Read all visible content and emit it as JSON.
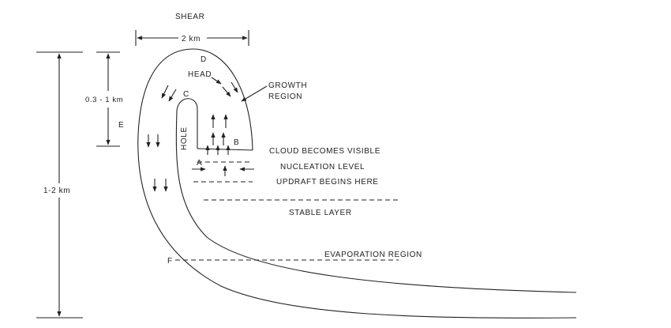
{
  "diagram": {
    "labels": {
      "shear": "SHEAR",
      "width": "2 km",
      "head_depth": "0.3 - 1 km",
      "total_depth": "1-2 km",
      "head": "HEAD",
      "growth_region_1": "GROWTH",
      "growth_region_2": "REGION",
      "hole": "HOLE",
      "cloud_visible": "CLOUD BECOMES VISIBLE",
      "nucleation": "NUCLEATION LEVEL",
      "updraft": "UPDRAFT BEGINS HERE",
      "stable_layer": "STABLE LAYER",
      "evaporation": "EVAPORATION REGION",
      "point_a": "A",
      "point_b": "B",
      "point_c": "C",
      "point_d": "D",
      "point_e": "E",
      "point_f": "F"
    }
  }
}
